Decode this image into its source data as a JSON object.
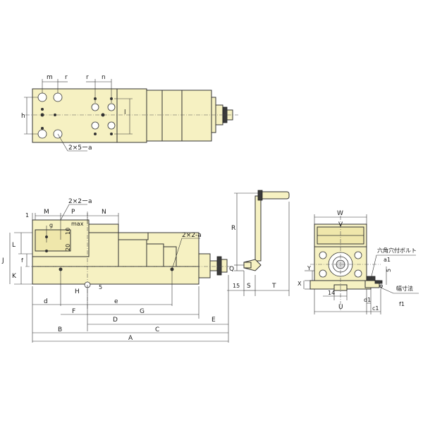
{
  "drawing": {
    "top_view": {
      "dims": [
        "m",
        "r",
        "r",
        "n",
        "h",
        "l"
      ],
      "hole_note": "2×5ーa"
    },
    "front_view": {
      "dims_top": [
        "1",
        "M",
        "P",
        "N"
      ],
      "note_left": "2×2ーa",
      "note_right": "2×2-a",
      "g": "g",
      "max": "max",
      "ten": "10",
      "twenty": "20",
      "left_dims": [
        "L",
        "J",
        "f",
        "K"
      ],
      "H": "H",
      "five": "5",
      "bottom_dims": [
        "d",
        "F",
        "e",
        "G",
        "B",
        "D",
        "C",
        "E",
        "A"
      ]
    },
    "handle_view": {
      "R": "R",
      "Q": "Q",
      "fifteen": "15",
      "S": "S",
      "T": "T"
    },
    "side_view": {
      "W": "W",
      "V": "V",
      "bolt_note": "六角穴付ボルト",
      "a1": "a1",
      "Y": "Y",
      "X": "X",
      "five": "5",
      "phi": "φ",
      "fourteen": "14",
      "U": "U",
      "d1": "d1",
      "c1": "c1",
      "width_note": "幅寸法",
      "f1": "f1"
    }
  }
}
